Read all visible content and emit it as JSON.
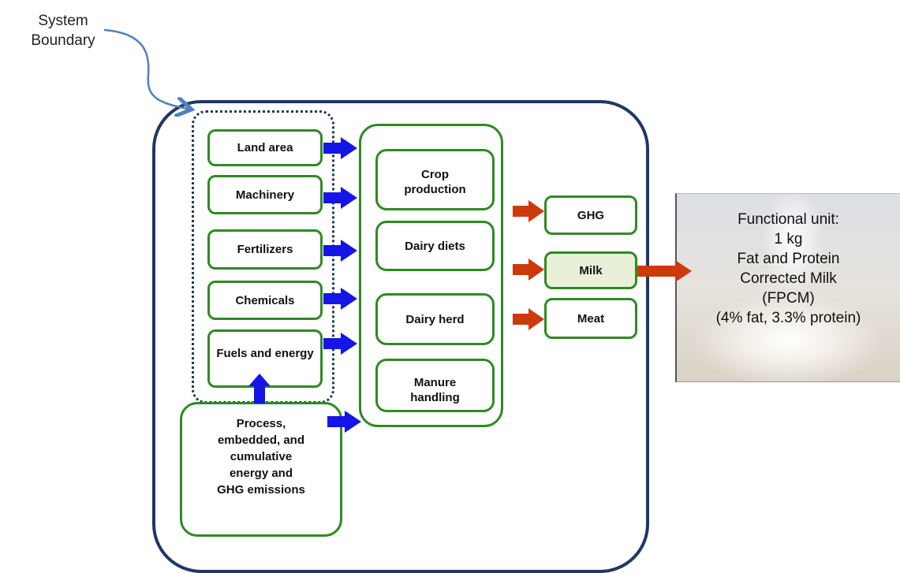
{
  "boundary": {
    "line1": "System",
    "line2": "Boundary"
  },
  "inputs": [
    {
      "label": "Land area"
    },
    {
      "label": "Machinery"
    },
    {
      "label": "Fertilizers"
    },
    {
      "label": "Chemicals"
    },
    {
      "label": "Fuels and energy"
    }
  ],
  "process": {
    "line1": "Process,",
    "line2": "embedded, and",
    "line3": "cumulative",
    "line4": "energy  and",
    "line5": "GHG emissions"
  },
  "farm": [
    {
      "label": "Crop production"
    },
    {
      "label": "Dairy diets"
    },
    {
      "label": "Dairy herd"
    },
    {
      "label": "Manure handling"
    }
  ],
  "outputs": [
    {
      "label": "GHG"
    },
    {
      "label": "Milk"
    },
    {
      "label": "Meat"
    }
  ],
  "functional_unit": {
    "line1": "Functional unit:",
    "line2": "1 kg",
    "line3": "Fat and Protein",
    "line4": "Corrected Milk",
    "line5": "(FPCM)",
    "line6": "(4% fat, 3.3% protein)"
  },
  "colors": {
    "box_border": "#2e8b22",
    "boundary_border": "#1f3864",
    "input_arrow": "#1515e6",
    "output_arrow": "#cc3a0c",
    "curved_arrow": "#4f81bd"
  }
}
